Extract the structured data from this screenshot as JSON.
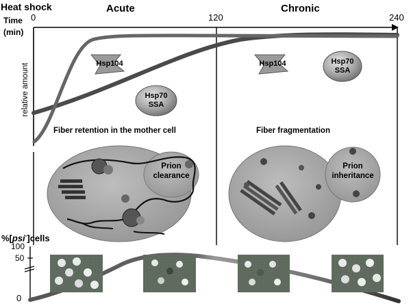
{
  "header": {
    "heat_shock": "Heat shock",
    "time": "Time",
    "unit": "(min)"
  },
  "time_ticks": [
    "0",
    "120",
    "240"
  ],
  "phases": {
    "acute": "Acute",
    "chronic": "Chronic"
  },
  "top_plot": {
    "ylabel": "relative amount"
  },
  "proteins": {
    "hsp104": "Hsp104",
    "hsp70_line1": "Hsp70",
    "hsp70_line2": "SSA"
  },
  "captions": {
    "acute": "Fiber retention in the mother cell",
    "chronic": "Fiber fragmentation"
  },
  "cells": {
    "acute_bud_line1": "Prion",
    "acute_bud_line2": "clearance",
    "chronic_bud_line1": "Prion",
    "chronic_bud_line2": "inheritance"
  },
  "bottom_plot": {
    "ylabel_pre": "%[",
    "ylabel_italic": "psi",
    "ylabel_sup": "-",
    "ylabel_post": "]cells",
    "ticks": [
      "100",
      "50",
      "0"
    ]
  },
  "colors": {
    "hsp104_curve": "#5a5a5a",
    "hsp70_curve": "#4a4a4a",
    "cell_fill": "#a8a8a8",
    "protein_fill": "#9a9a9a",
    "divider": "#000000"
  },
  "icons": [
    "hsp104-star-icon",
    "hsp70-oval-icon",
    "prion-fiber-icon",
    "yeast-colony-photo"
  ]
}
